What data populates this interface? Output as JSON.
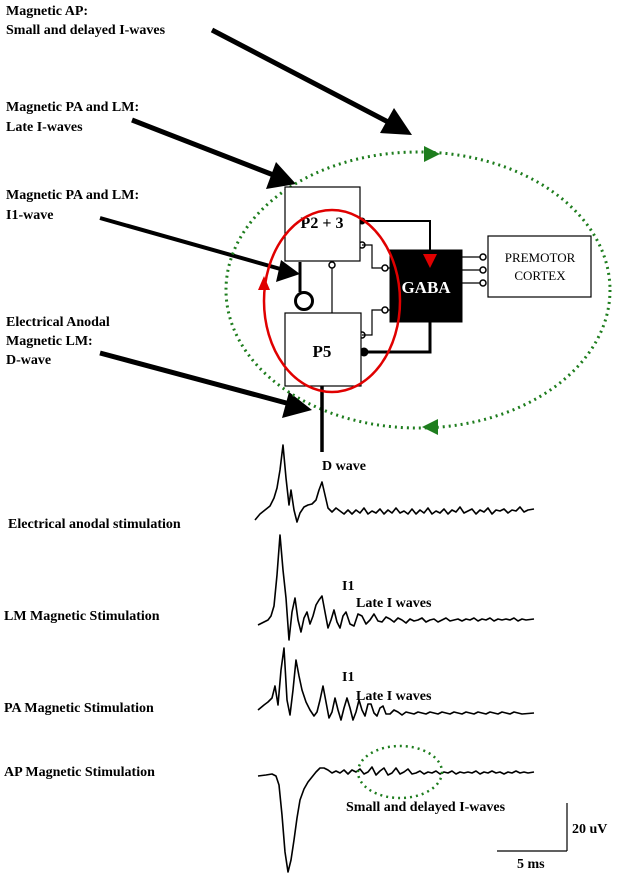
{
  "annotations": {
    "ap": [
      "Magnetic AP:",
      "Small and delayed I-waves"
    ],
    "pa_lm_late": [
      "Magnetic PA and LM:",
      "Late I-waves"
    ],
    "pa_lm_i1": [
      "Magnetic PA and LM:",
      "I1-wave"
    ],
    "anodal": [
      "Electrical Anodal",
      "Magnetic LM:",
      "D-wave"
    ]
  },
  "circuit": {
    "p23": "P2 + 3",
    "p5": "P5",
    "gaba": "GABA",
    "premotor": [
      "PREMOTOR",
      "CORTEX"
    ]
  },
  "traces": {
    "electrical": {
      "label": "Electrical  anodal stimulation",
      "wave_label": "D wave"
    },
    "lm": {
      "label": "LM Magnetic Stimulation",
      "i1": "I1",
      "late": "Late I waves"
    },
    "pa": {
      "label": "PA Magnetic Stimulation",
      "i1": "I1",
      "late": "Late I waves"
    },
    "ap": {
      "label": "AP Magnetic Stimulation",
      "note": "Small and delayed I-waves"
    }
  },
  "scale_bar": {
    "amplitude": "20 uV",
    "time": "5 ms"
  },
  "colors": {
    "loop_green": "#1e7d1e",
    "red": "#e00000",
    "ink": "#000000",
    "gaba_fill": "#000000"
  }
}
